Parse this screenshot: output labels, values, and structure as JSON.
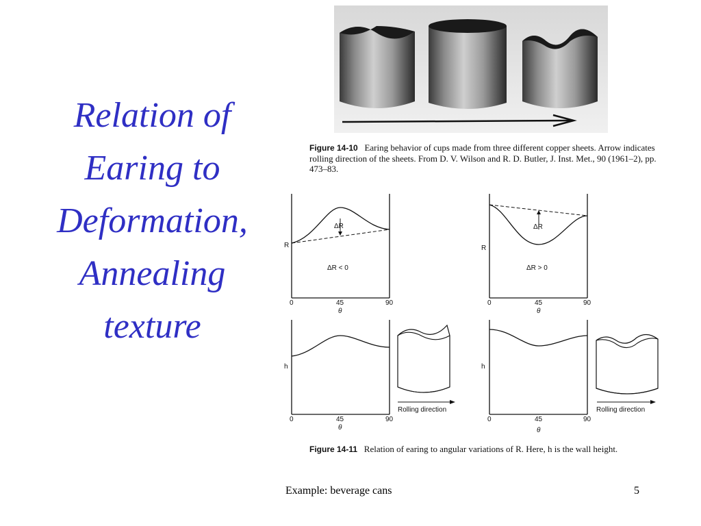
{
  "slide": {
    "title_lines": [
      "Relation of",
      "Earing to",
      "Deformation,",
      "Annealing",
      "texture"
    ],
    "footer_left": "Example: beverage cans",
    "page_number": "5"
  },
  "figure_14_10": {
    "label": "Figure 14-10",
    "caption": "Earing behavior of cups made from three different copper sheets. Arrow indicates rolling direction of the sheets. From D. V. Wilson and R. D. Butler, J. Inst. Met., 90 (1961–2), pp. 473–83."
  },
  "figure_14_11": {
    "label": "Figure 14-11",
    "caption": "Relation of earing to angular variations of R. Here, h is the wall height.",
    "left_top": {
      "ylabel": "R",
      "xlabel": "θ",
      "ticks": [
        "0",
        "45",
        "90"
      ],
      "delta_label": "ΔR",
      "note": "ΔR < 0"
    },
    "right_top": {
      "ylabel": "R",
      "xlabel": "θ",
      "ticks": [
        "0",
        "45",
        "90"
      ],
      "delta_label": "ΔR",
      "note": "ΔR > 0"
    },
    "left_bottom": {
      "ylabel": "h",
      "xlabel": "θ",
      "ticks": [
        "0",
        "45",
        "90"
      ],
      "cup_caption": "Rolling direction"
    },
    "right_bottom": {
      "ylabel": "h",
      "xlabel": "θ",
      "ticks": [
        "0",
        "45",
        "90"
      ],
      "cup_caption": "Rolling direction"
    }
  }
}
